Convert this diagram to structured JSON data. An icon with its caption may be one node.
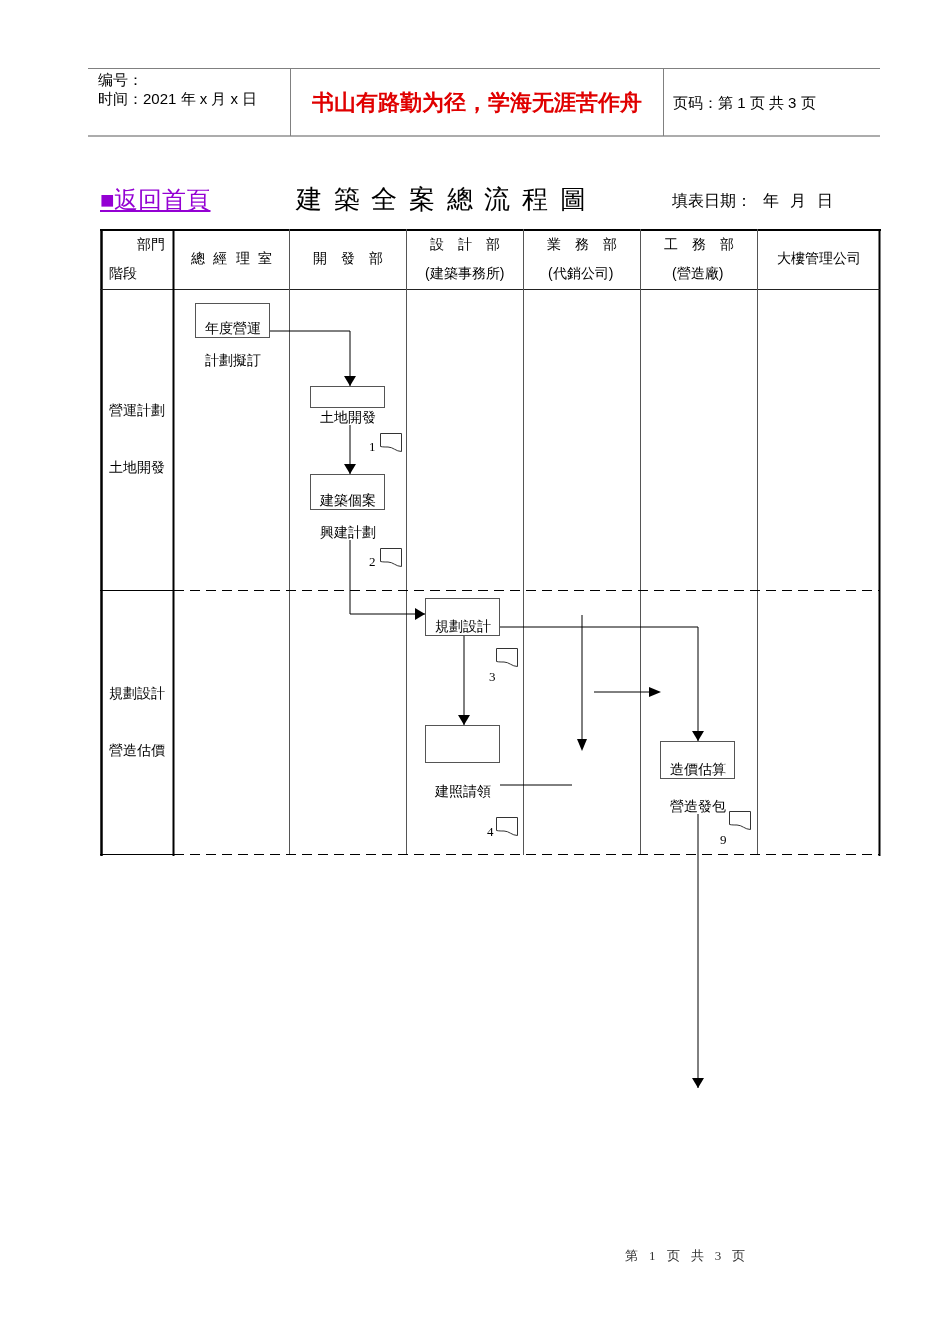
{
  "diagram": {
    "title": "建築全案總流程圖",
    "nodes": [
      {
        "text": [
          "年度營運",
          "計劃擬訂"
        ]
      },
      {
        "text": [
          "土地開發"
        ]
      },
      {
        "text": [],
        "shape": "document",
        "beside": [
          "1"
        ]
      },
      {
        "text": [
          "建築個案",
          "興建計劃"
        ]
      },
      {
        "text": [],
        "shape": "document",
        "beside": [
          "2"
        ]
      },
      {
        "text": [
          "規劃設計"
        ]
      },
      {
        "text": [],
        "shape": "document",
        "beside": [
          "3"
        ]
      },
      {
        "text": [
          "建照請領"
        ]
      },
      {
        "text": [
          "造價估算",
          "營造發包"
        ]
      },
      {
        "text": [],
        "shape": "document",
        "beside": [
          "4"
        ]
      },
      {
        "text": [],
        "shape": "document",
        "beside": [
          "9"
        ]
      }
    ],
    "edges": [
      {
        "from": 0,
        "to": 1,
        "arrow": "to"
      },
      {
        "from": 1,
        "to": 3,
        "arrow": "to"
      },
      {
        "from": 3,
        "to": 5,
        "arrow": "to"
      },
      {
        "from": 5,
        "to": 8,
        "arrow": "to"
      },
      {
        "from": 5,
        "to": 7,
        "arrow": "to"
      },
      {
        "from": 7,
        "to": null,
        "arrow": "none"
      },
      {
        "from": 8,
        "to": null,
        "arrow": "to"
      }
    ],
    "labels": [
      "编号：",
      "时间：2021 年 x 月 x 日",
      "书山有路勤为径，学海无涯苦作舟",
      "页码：第 1 页 共 3 页",
      "■返回首頁",
      "填表日期： 年 月 日",
      "部門",
      "階段",
      "總經理室",
      "開發部",
      "設計部",
      "(建築事務所)",
      "業務部",
      "(代銷公司)",
      "工務部",
      "(營造廠)",
      "大樓管理公司",
      "營運計劃",
      "土地開發",
      "規劃設計",
      "營造估價",
      "第 1 页 共 3 页"
    ]
  }
}
